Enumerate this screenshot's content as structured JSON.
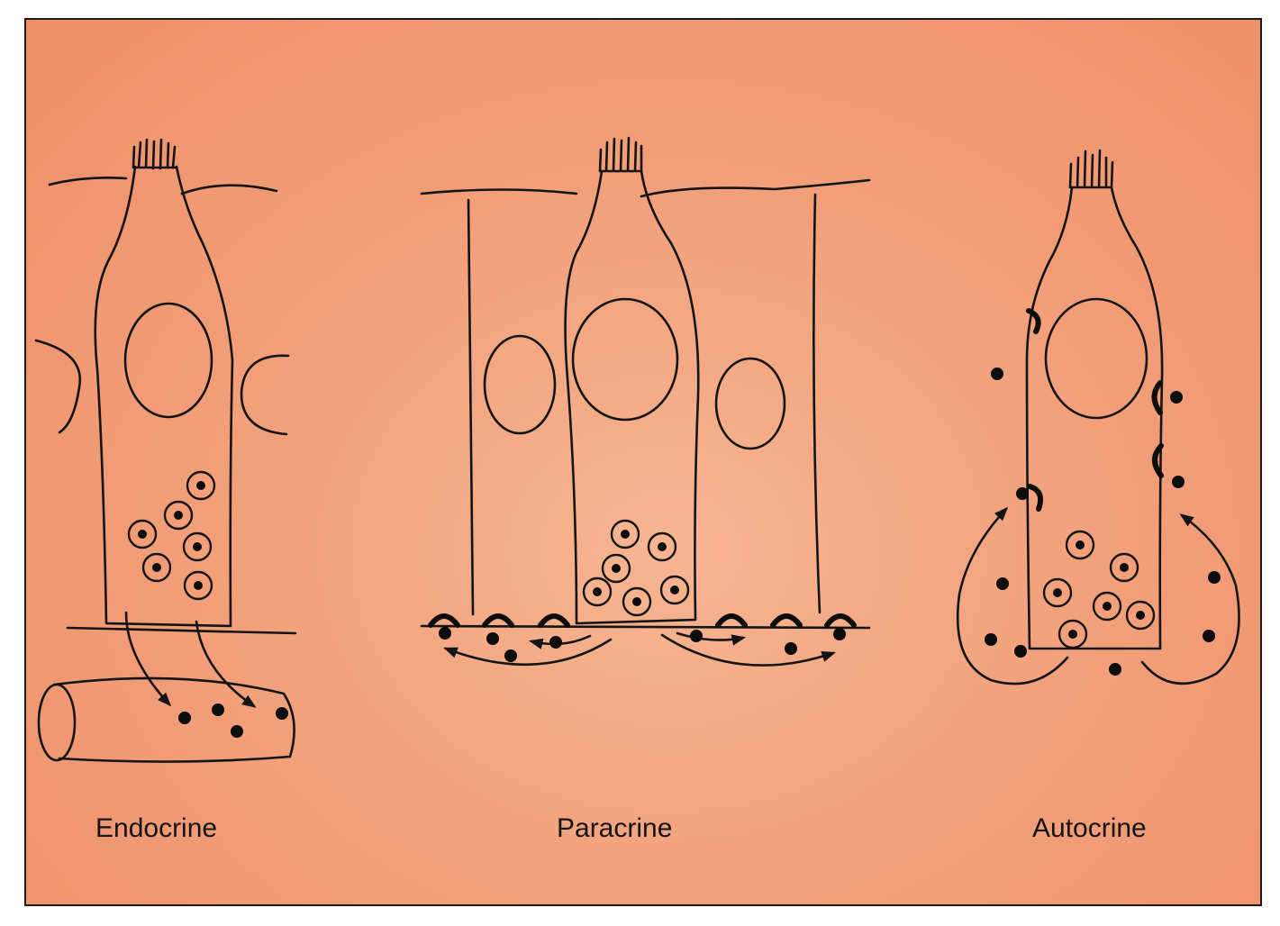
{
  "labels": {
    "endocrine": "Endocrine",
    "paracrine": "Paracrine",
    "autocrine": "Autocrine"
  },
  "colors": {
    "background": "#f2a17c",
    "line": "#141414"
  }
}
